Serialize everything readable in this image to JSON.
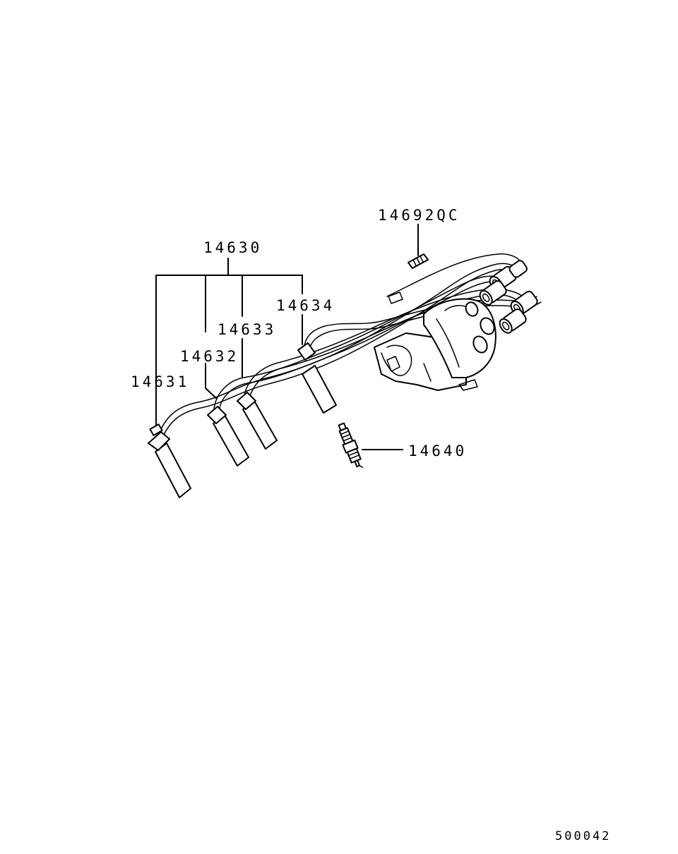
{
  "diagram": {
    "labels": {
      "wire_set": "14630",
      "cable_1": "14631",
      "cable_2": "14632",
      "cable_3": "14633",
      "cable_4": "14634",
      "spark_plug": "14640",
      "clip": "14692QC"
    },
    "footer_code": "500042"
  }
}
